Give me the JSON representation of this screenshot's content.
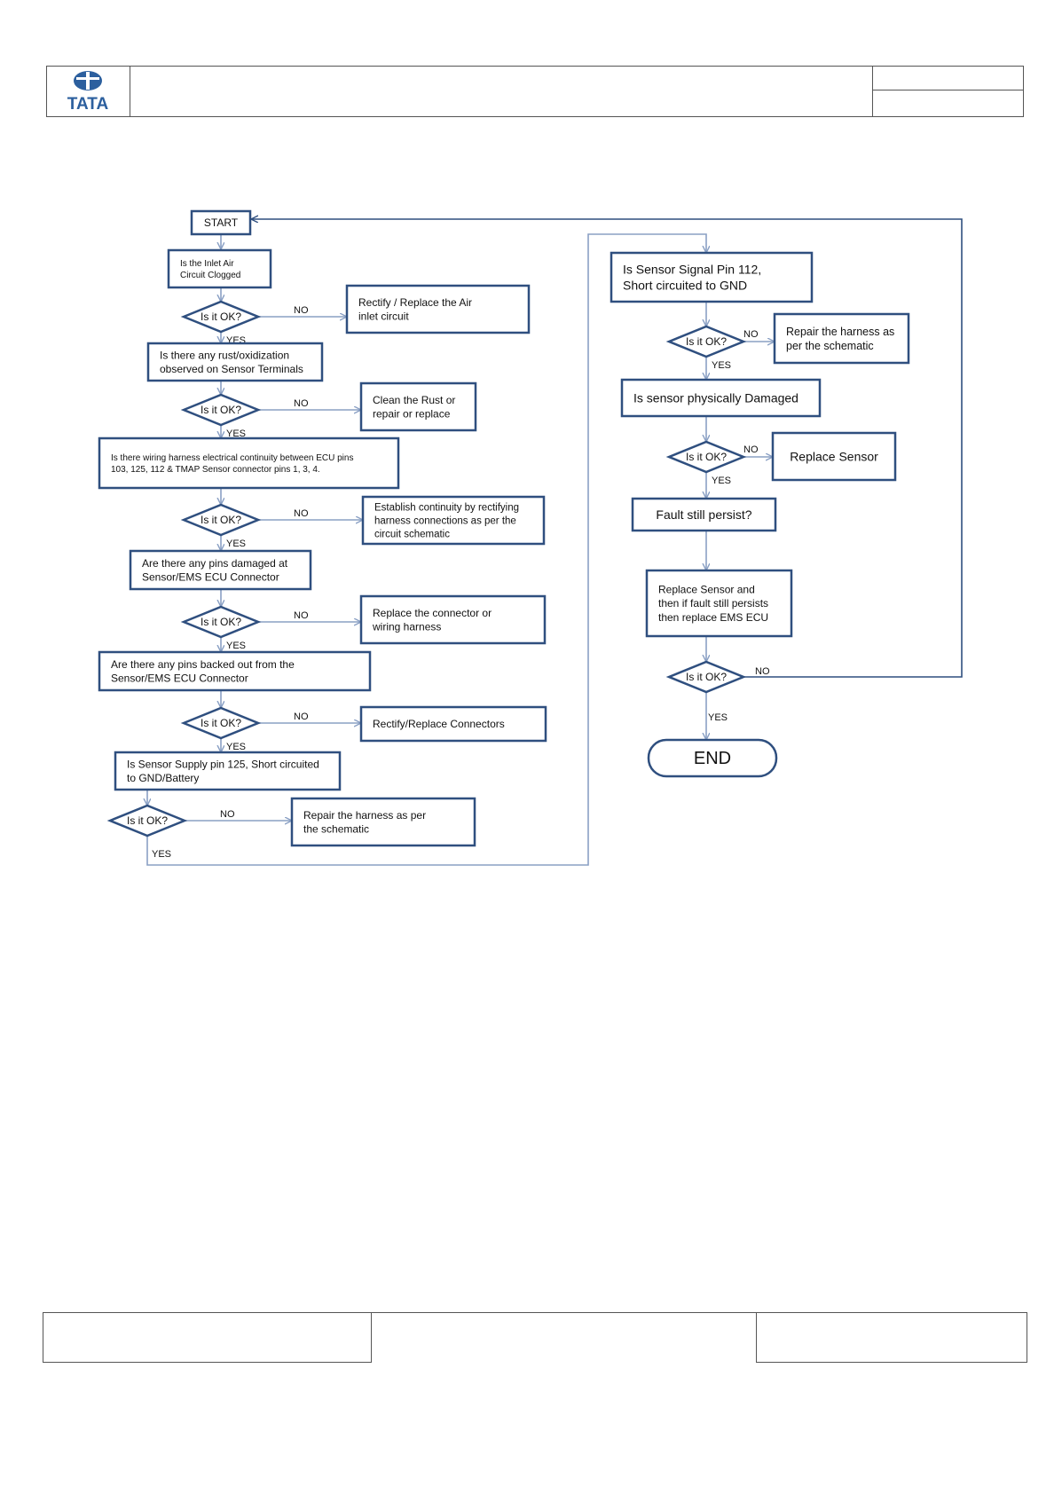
{
  "header": {
    "logo_text": "TATA"
  },
  "flowchart": {
    "start": "START",
    "end": "END",
    "decision": "Is it OK?",
    "yes": "YES",
    "no": "NO",
    "left_steps": [
      {
        "question": [
          "Is the Inlet Air",
          "Circuit Clogged"
        ],
        "action": [
          "Rectify / Replace the Air",
          "inlet circuit"
        ]
      },
      {
        "question": [
          "Is there any rust/oxidization",
          "observed on Sensor Terminals"
        ],
        "action": [
          "Clean the Rust or",
          "repair or replace"
        ]
      },
      {
        "question": [
          "Is there wiring harness electrical continuity between ECU pins",
          "103, 125, 112 & TMAP Sensor connector pins 1, 3, 4."
        ],
        "action": [
          "Establish continuity by rectifying",
          "harness connections as per the",
          "circuit schematic"
        ]
      },
      {
        "question": [
          "Are there any pins damaged at",
          "Sensor/EMS ECU Connector"
        ],
        "action": [
          "Replace the connector or",
          "wiring harness"
        ]
      },
      {
        "question": [
          "Are there any pins backed out from the",
          "Sensor/EMS ECU Connector"
        ],
        "action": [
          "Rectify/Replace Connectors"
        ]
      },
      {
        "question": [
          "Is Sensor Supply pin 125, Short circuited",
          "to GND/Battery"
        ],
        "action": [
          "Repair the harness as per",
          "the schematic"
        ]
      }
    ],
    "right_steps": [
      {
        "question": [
          "Is Sensor Signal Pin 112,",
          "Short circuited to GND"
        ],
        "action": [
          "Repair the harness as",
          "per the schematic"
        ]
      },
      {
        "question": [
          "Is sensor physically Damaged"
        ],
        "action": [
          "Replace Sensor"
        ]
      }
    ],
    "fault_check": [
      "Fault still persist?"
    ],
    "final_action": [
      "Replace Sensor and",
      "then if fault still persists",
      "then replace EMS ECU"
    ]
  }
}
